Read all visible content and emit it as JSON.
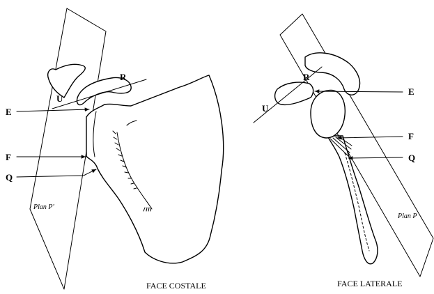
{
  "left_view": {
    "caption": "FACE COSTALE",
    "plane_label": "Plan P'",
    "labels": {
      "E": "E",
      "F": "F",
      "Q": "Q",
      "R": "R",
      "U": "U"
    }
  },
  "right_view": {
    "caption": "FACE LATERALE",
    "plane_label": "Plan P",
    "labels": {
      "E": "E",
      "F": "F",
      "Q": "Q",
      "R": "R",
      "U": "U"
    }
  },
  "colors": {
    "ink": "#000000",
    "paper": "#ffffff"
  }
}
